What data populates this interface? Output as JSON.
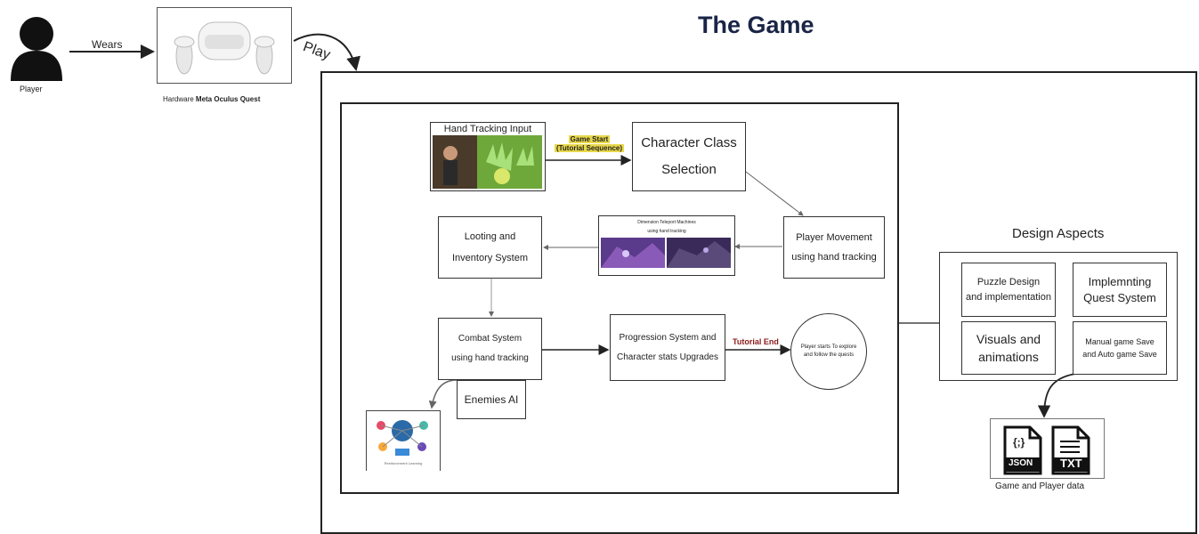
{
  "title": "The Game",
  "player": {
    "label": "Player",
    "wears_label": "Wears"
  },
  "hardware": {
    "prefix": "Hardware ",
    "name": "Meta Oculus Quest"
  },
  "play_label": "Play",
  "flow": {
    "hand_tracking_input": "Hand Tracking Input",
    "game_start_line1": "Game Start",
    "game_start_line2": "(Tutorial Sequence)",
    "character_class_line1": "Character Class",
    "character_class_line2": "Selection",
    "player_movement_line1": "Player Movement",
    "player_movement_line2": "using hand tracking",
    "dimension_line1": "Dimension Teleport Machines",
    "dimension_line2": "using hand tracking",
    "looting_line1": "Looting and",
    "looting_line2": "Inventory System",
    "combat_line1": "Combat System",
    "combat_line2": "using hand tracking",
    "progression_line1": "Progression System and",
    "progression_line2": "Character stats Upgrades",
    "tutorial_end": "Tutorial End",
    "player_starts_line1": "Player starts To explore",
    "player_starts_line2": "and follow the quests",
    "enemies_ai": "Enemies AI",
    "rl_caption": "Reinforcement Learning"
  },
  "design": {
    "heading": "Design Aspects",
    "puzzle_line1": "Puzzle Design",
    "puzzle_line2": "and implementation",
    "quest_line1": "Implemnting",
    "quest_line2": "Quest System",
    "visuals_line1": "Visuals and",
    "visuals_line2": "animations",
    "save_line1": "Manual game Save",
    "save_line2": "and Auto game Save"
  },
  "data_files": {
    "json_label": "JSON",
    "txt_label": "TXT",
    "braces": "{;}",
    "caption": "Game and Player data"
  },
  "colors": {
    "title": "#1a2447",
    "tutorial_end": "#8b1a1a",
    "game_start_fill": "#e8d84a",
    "vr_green": "#7fbf3a",
    "vr_purple": "#6a3fa0"
  }
}
